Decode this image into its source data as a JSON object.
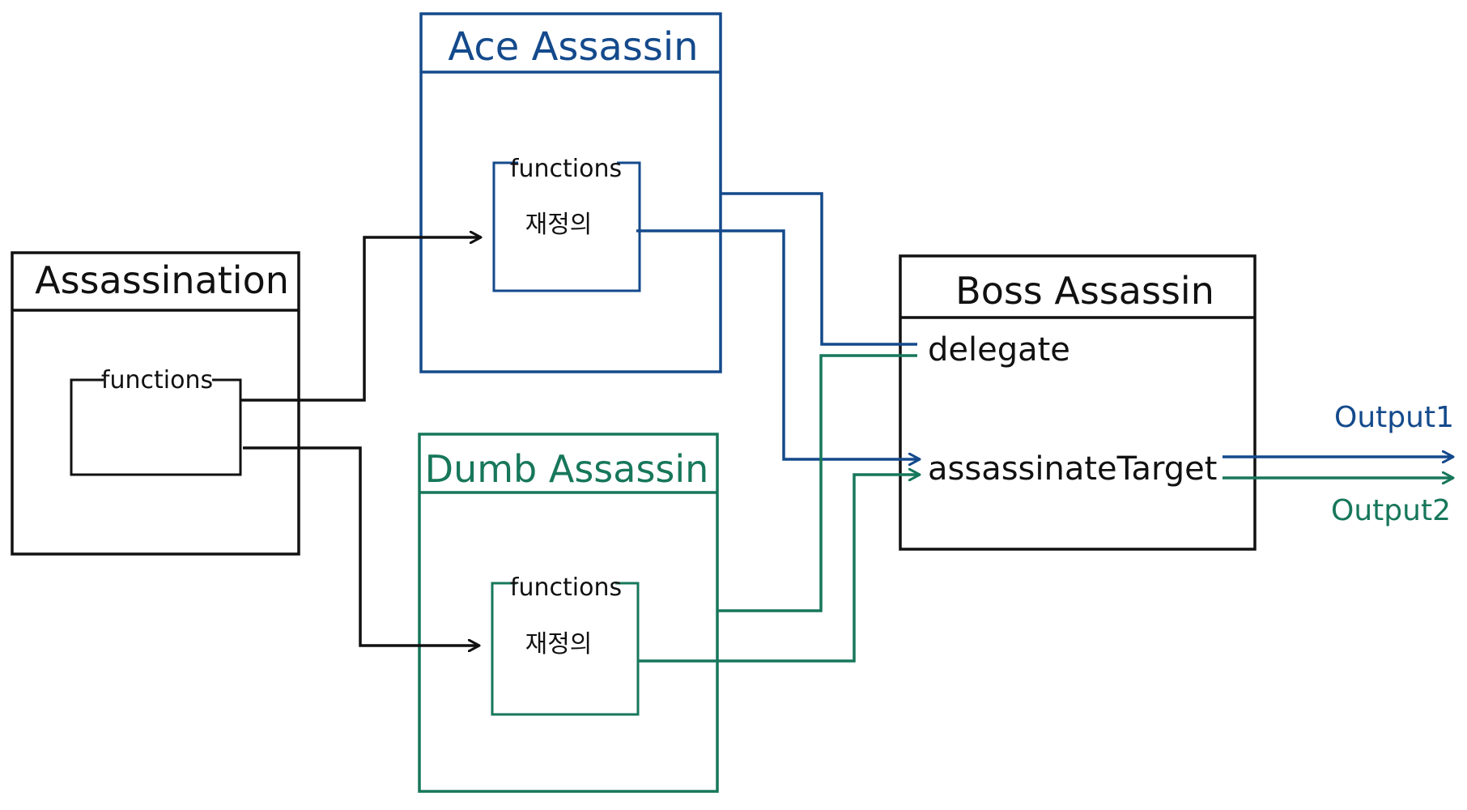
{
  "colors": {
    "black": "#111111",
    "blue": "#144a8c",
    "green": "#17775a"
  },
  "assassination": {
    "title": "Assassination",
    "functions_label": "functions"
  },
  "ace": {
    "title": "Ace Assassin",
    "functions_label": "functions",
    "override_label": "재정의"
  },
  "dumb": {
    "title": "Dumb Assassin",
    "functions_label": "functions",
    "override_label": "재정의"
  },
  "boss": {
    "title": "Boss Assassin",
    "delegate_label": "delegate",
    "target_label": "assassinateTarget"
  },
  "outputs": {
    "output1": "Output1",
    "output2": "Output2"
  }
}
